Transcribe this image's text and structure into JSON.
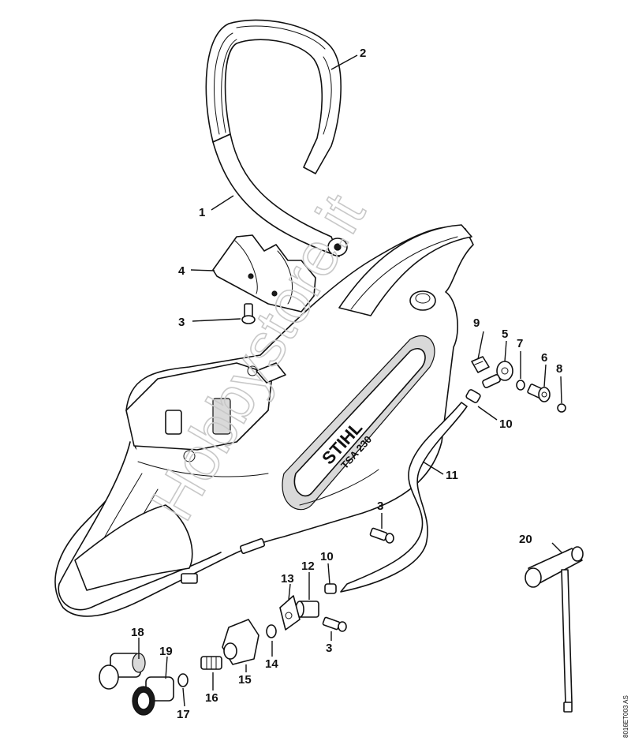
{
  "brand_logo": "STIHL",
  "model": "TSA 230",
  "watermark": "Hobbystore.it",
  "drawing_code": "8016ET003 AS",
  "callouts": {
    "c1": "1",
    "c2": "2",
    "c3a": "3",
    "c3b": "3",
    "c3c": "3",
    "c4": "4",
    "c5": "5",
    "c6": "6",
    "c7": "7",
    "c8": "8",
    "c9": "9",
    "c10a": "10",
    "c10b": "10",
    "c11": "11",
    "c12": "12",
    "c13": "13",
    "c14": "14",
    "c15": "15",
    "c16": "16",
    "c17": "17",
    "c18": "18",
    "c19": "19",
    "c20": "20"
  }
}
